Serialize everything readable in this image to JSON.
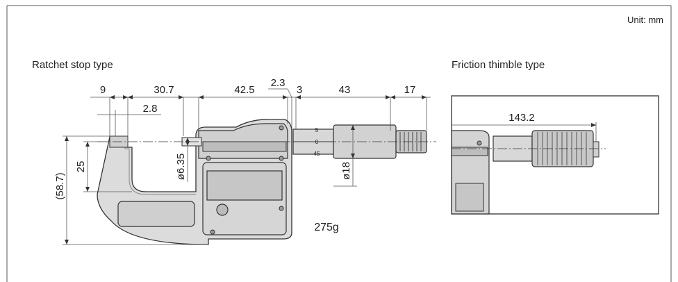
{
  "unit_label": "Unit: mm",
  "left_title": "Ratchet stop type",
  "right_title": "Friction thimble type",
  "weight": "275g",
  "dims": {
    "d9": "9",
    "d30_7": "30.7",
    "d42_5": "42.5",
    "d2_3": "2.3",
    "d3": "3",
    "d43": "43",
    "d17": "17",
    "d2_8": "2.8",
    "d25": "25",
    "d58_7": "(58.7)",
    "d6_35": "ø6.35",
    "d18": "ø18",
    "d143_2": "143.2"
  },
  "scale": {
    "s5": "5",
    "s0": "0",
    "s45": "45"
  }
}
